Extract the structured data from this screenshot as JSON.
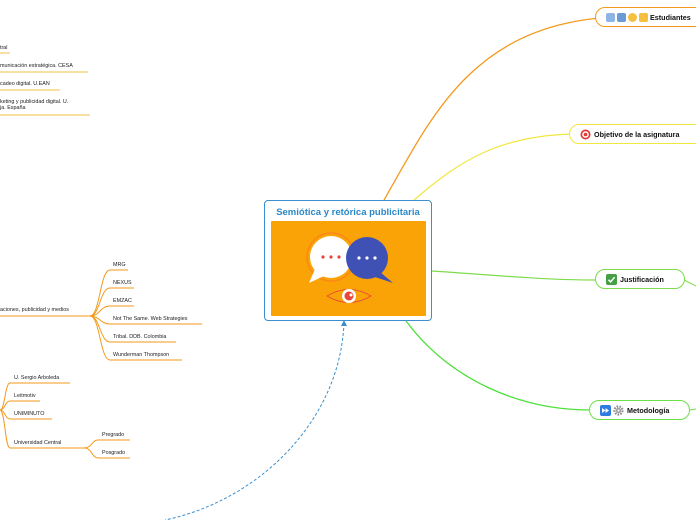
{
  "central": {
    "title": "Semiótica y retórica publicitaria"
  },
  "topics": [
    {
      "id": "estudiantes",
      "label": "Estudiantes",
      "color": "#f39a1e",
      "icons": [
        "people-icon",
        "person-icon",
        "fist-icon",
        "hand-icon"
      ]
    },
    {
      "id": "objetivo",
      "label": "Objetivo de la asignatura",
      "color": "#f2e640",
      "icons": [
        "target-icon"
      ]
    },
    {
      "id": "justificacion",
      "label": "Justificación",
      "color": "#7ddc4c",
      "icons": [
        "checkmark-icon"
      ]
    },
    {
      "id": "metodologia",
      "label": "Metodología",
      "color": "#6ce048",
      "icons": [
        "fast-forward-icon",
        "gear-icon"
      ]
    }
  ],
  "left_top_items": [
    "...tral",
    "...municación estratégica. CESA",
    "...cadeo digital. U.EAN",
    "...keting y publicidad digital. U. ...ja. España"
  ],
  "left_top_texts": {
    "t1": "tral",
    "t2": "municación estratégica. CESA",
    "t3": "cadeo digital. U.EAN",
    "t4a": "keting y publicidad digital. U.",
    "t4b": "ja. España"
  },
  "agencies": {
    "parent": "aciones, publicidad y medios",
    "items": [
      "MRG",
      "NEXUS",
      "EMZAC",
      "Not The Same. Web Strategies",
      "Tribal. DDB. Colombia",
      "Wunderman Thompson"
    ]
  },
  "universities": {
    "items": [
      "U. Sergio Arboleda",
      "Leitmotiv",
      "UNIMINUTO",
      "Universidad Central"
    ],
    "central_children": [
      "Pregrado",
      "Posgrado"
    ]
  }
}
